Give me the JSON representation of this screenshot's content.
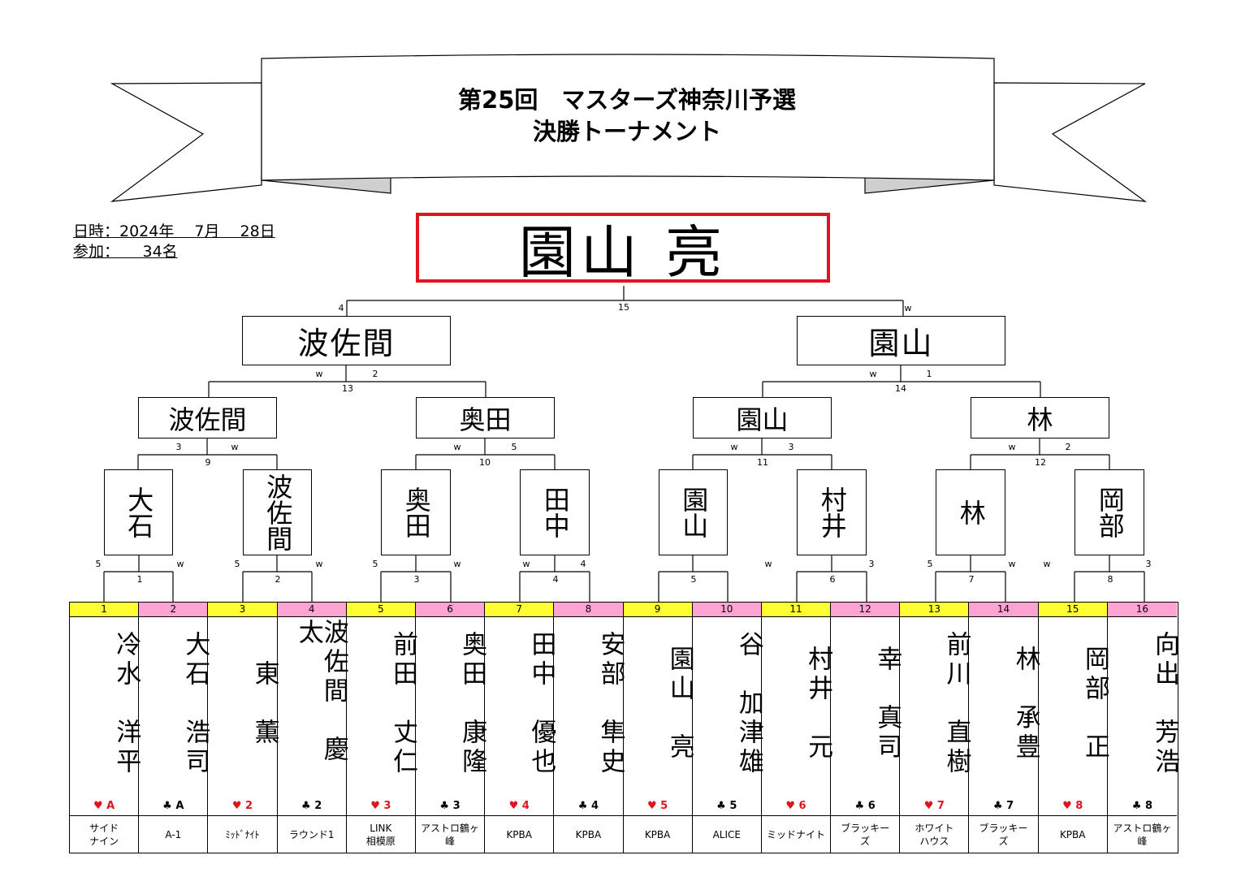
{
  "title": {
    "line1": "第25回　マスターズ神奈川予選",
    "line2": "決勝トーナメント"
  },
  "info": {
    "date": "日時：2024年　 7月　 28日",
    "participants": "参加：　　34名"
  },
  "champion": "園山 亮",
  "final": {
    "left": "波佐間",
    "right": "園山",
    "match": "15",
    "left_score": "4",
    "right_score": "w"
  },
  "semis": [
    {
      "left": "波佐間",
      "right": "奥田",
      "match": "13",
      "left_score": "w",
      "right_score": "2"
    },
    {
      "left": "園山",
      "right": "林",
      "match": "14",
      "left_score": "w",
      "right_score": "1"
    }
  ],
  "quarters": [
    {
      "left": "大石",
      "right": "波佐間",
      "match": "9",
      "left_score": "3",
      "right_score": "w"
    },
    {
      "left": "奥田",
      "right": "田中",
      "match": "10",
      "left_score": "w",
      "right_score": "5"
    },
    {
      "left": "園山",
      "right": "村井",
      "match": "11",
      "left_score": "w",
      "right_score": "3"
    },
    {
      "left": "林",
      "right": "岡部",
      "match": "12",
      "left_score": "w",
      "right_score": "2"
    }
  ],
  "round1": [
    {
      "match": "1",
      "left_score": "5",
      "right_score": "w"
    },
    {
      "match": "2",
      "left_score": "5",
      "right_score": "w"
    },
    {
      "match": "3",
      "left_score": "5",
      "right_score": "w"
    },
    {
      "match": "4",
      "left_score": "w",
      "right_score": "4"
    },
    {
      "match": "5",
      "left_score": "",
      "right_score": "w"
    },
    {
      "match": "6",
      "left_score": "",
      "right_score": "3"
    },
    {
      "match": "7",
      "left_score": "5",
      "right_score": "w"
    },
    {
      "match": "8",
      "left_score": "w",
      "right_score": "3"
    }
  ],
  "players": [
    {
      "seed": "1",
      "name": "冷水　洋平",
      "suit": "♥ A",
      "club": "サイド\nナイン"
    },
    {
      "seed": "2",
      "name": "大石　浩司",
      "suit": "♣ A",
      "club": "A-1"
    },
    {
      "seed": "3",
      "name": "東　薫",
      "suit": "♥ 2",
      "club": "ﾐｯﾄﾞﾅｲﾄ"
    },
    {
      "seed": "4",
      "name": "波佐間　慶太",
      "suit": "♣ 2",
      "club": "ラウンド1"
    },
    {
      "seed": "5",
      "name": "前田　丈仁",
      "suit": "♥ 3",
      "club": "LINK\n相模原"
    },
    {
      "seed": "6",
      "name": "奥田　康隆",
      "suit": "♣ 3",
      "club": "アストロ鶴ヶ\n峰"
    },
    {
      "seed": "7",
      "name": "田中　優也",
      "suit": "♥ 4",
      "club": "KPBA"
    },
    {
      "seed": "8",
      "name": "安部　隼史",
      "suit": "♣ 4",
      "club": "KPBA"
    },
    {
      "seed": "9",
      "name": "園山　亮",
      "suit": "♥ 5",
      "club": "KPBA"
    },
    {
      "seed": "10",
      "name": "谷　加津雄",
      "suit": "♣ 5",
      "club": "ALICE"
    },
    {
      "seed": "11",
      "name": "村井　元",
      "suit": "♥ 6",
      "club": "ミッドナイト"
    },
    {
      "seed": "12",
      "name": "幸　真司",
      "suit": "♣ 6",
      "club": "ブラッキー\nズ"
    },
    {
      "seed": "13",
      "name": "前川　直樹",
      "suit": "♥ 7",
      "club": "ホワイト\nハウス"
    },
    {
      "seed": "14",
      "name": "林　承豊",
      "suit": "♣ 7",
      "club": "ブラッキー\nズ"
    },
    {
      "seed": "15",
      "name": "岡部　正",
      "suit": "♥ 8",
      "club": "KPBA"
    },
    {
      "seed": "16",
      "name": "向出　芳浩",
      "suit": "♣ 8",
      "club": "アストロ鶴ヶ\n峰"
    }
  ],
  "colors": {
    "odd_seed": "#ffff33",
    "even_seed": "#ffa4d2",
    "champion_border": "#e0141e",
    "hearts": "#e0141e",
    "ribbon_fold": "#c8c8c8"
  }
}
